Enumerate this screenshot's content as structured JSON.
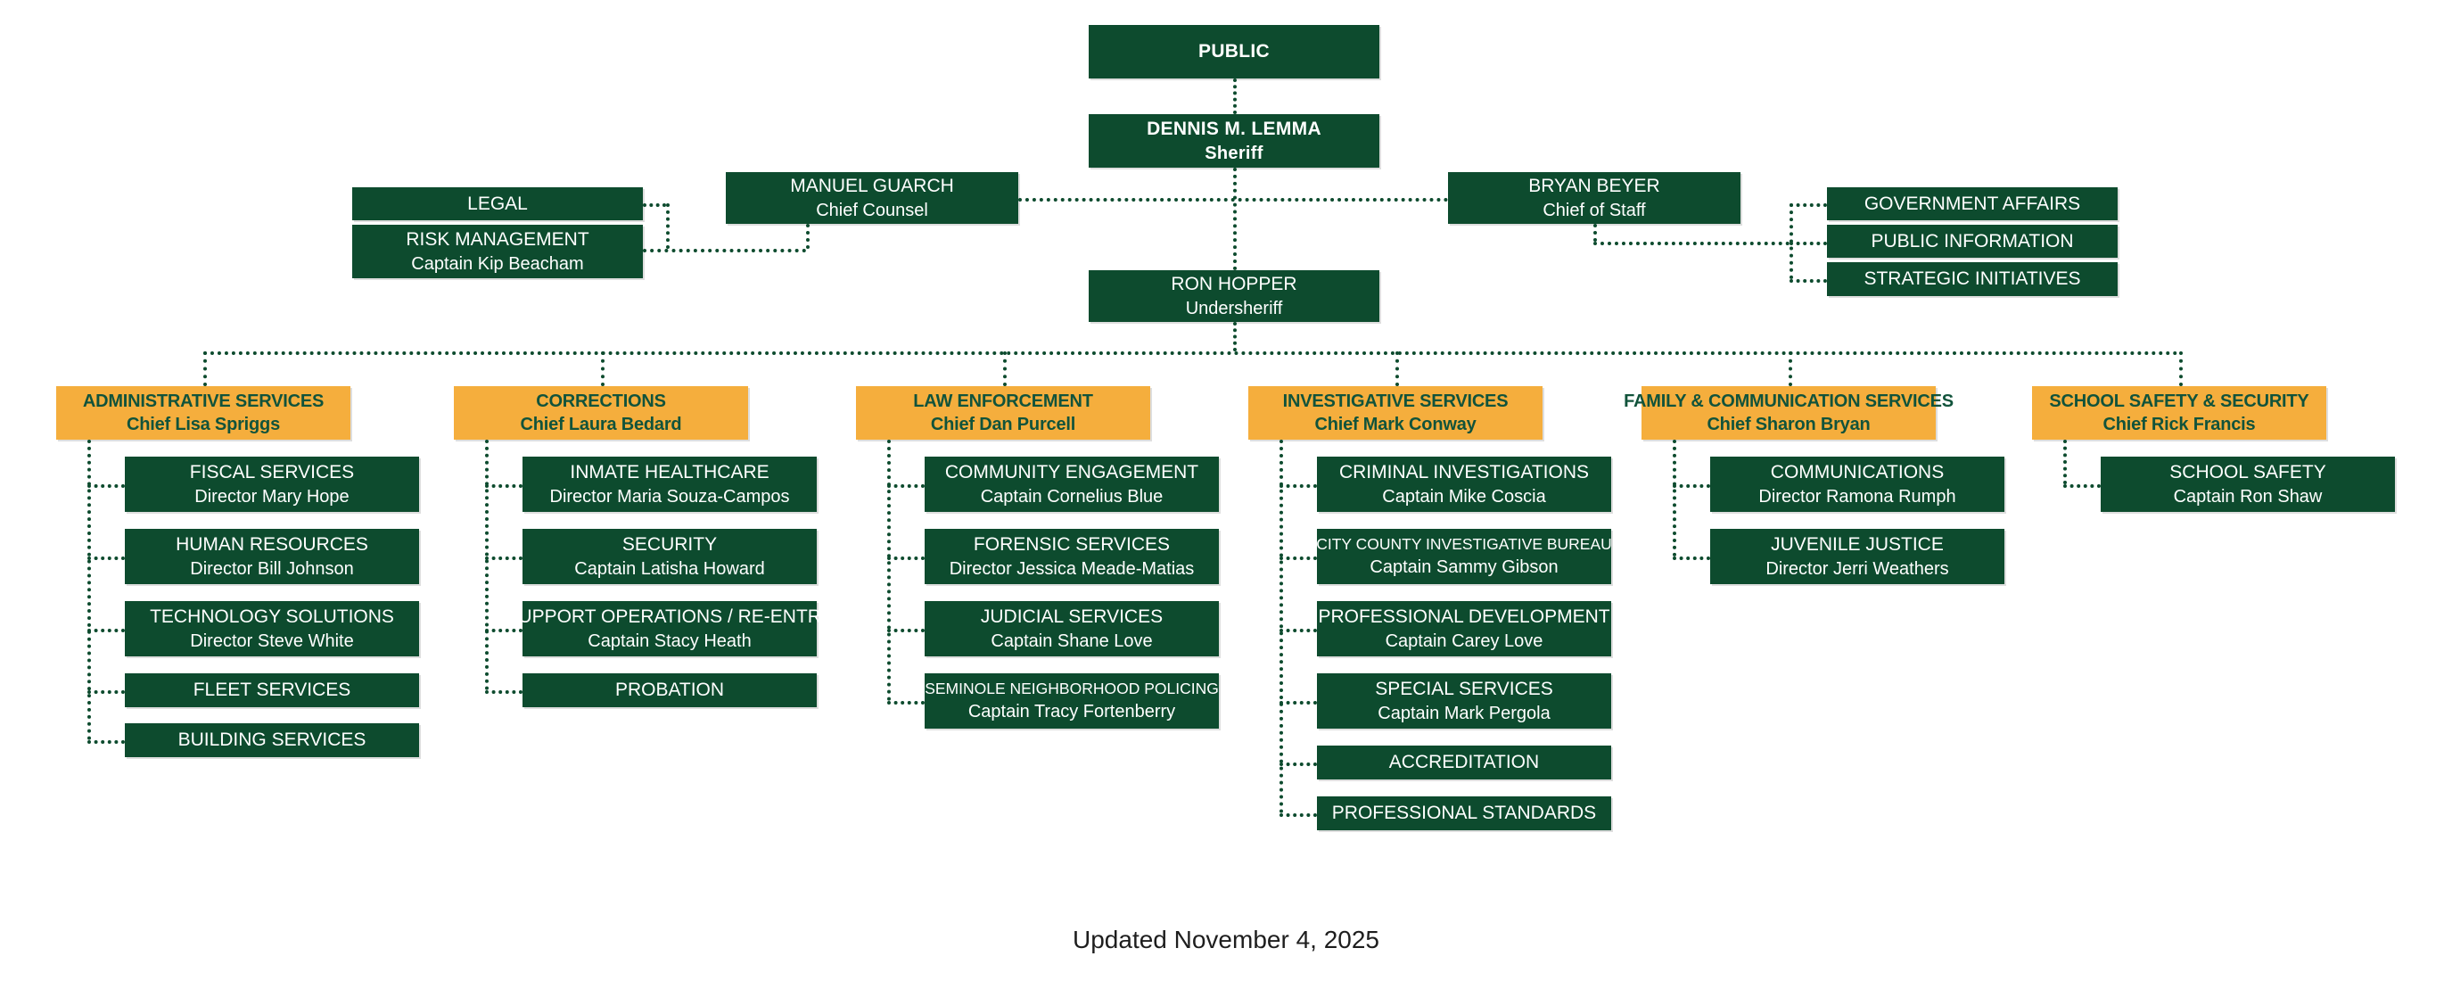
{
  "colors": {
    "box_green": "#0D4B2E",
    "division_orange": "#F5AE3D",
    "orange_box_text": "#11533B",
    "connector_green": "#0D4B2E",
    "footer_text": "#1E1E1E"
  },
  "footer": {
    "updated": "Updated November 4, 2025"
  },
  "top": {
    "public": "PUBLIC",
    "sheriff": {
      "name": "DENNIS M. LEMMA",
      "title": "Sheriff"
    },
    "chief_counsel": {
      "name": "MANUEL GUARCH",
      "title": "Chief Counsel"
    },
    "chief_of_staff": {
      "name": "BRYAN BEYER",
      "title": "Chief of Staff"
    },
    "undersheriff": {
      "name": "RON HOPPER",
      "title": "Undersheriff"
    },
    "legal": "LEGAL",
    "risk_management": {
      "name": "RISK MANAGEMENT",
      "title": "Captain Kip Beacham"
    },
    "staff_units": [
      "GOVERNMENT AFFAIRS",
      "PUBLIC INFORMATION",
      "STRATEGIC INITIATIVES"
    ]
  },
  "divisions": [
    {
      "title": "ADMINISTRATIVE SERVICES",
      "chief": "Chief Lisa Spriggs",
      "children": [
        {
          "title": "FISCAL SERVICES",
          "person": "Director Mary Hope"
        },
        {
          "title": "HUMAN RESOURCES",
          "person": "Director Bill Johnson"
        },
        {
          "title": "TECHNOLOGY SOLUTIONS",
          "person": "Director Steve White"
        },
        {
          "title": "FLEET SERVICES"
        },
        {
          "title": "BUILDING SERVICES"
        }
      ]
    },
    {
      "title": "CORRECTIONS",
      "chief": "Chief Laura Bedard",
      "children": [
        {
          "title": "INMATE HEALTHCARE",
          "person": "Director Maria Souza-Campos"
        },
        {
          "title": "SECURITY",
          "person": "Captain Latisha Howard"
        },
        {
          "title": "SUPPORT OPERATIONS / RE-ENTRY",
          "person": "Captain Stacy Heath"
        },
        {
          "title": "PROBATION"
        }
      ]
    },
    {
      "title": "LAW ENFORCEMENT",
      "chief": "Chief Dan Purcell",
      "children": [
        {
          "title": "COMMUNITY ENGAGEMENT",
          "person": "Captain Cornelius Blue"
        },
        {
          "title": "FORENSIC SERVICES",
          "person": "Director Jessica Meade-Matias"
        },
        {
          "title": "JUDICIAL SERVICES",
          "person": "Captain Shane Love"
        },
        {
          "title": "SEMINOLE NEIGHBORHOOD POLICING",
          "person": "Captain Tracy Fortenberry"
        }
      ]
    },
    {
      "title": "INVESTIGATIVE SERVICES",
      "chief": "Chief Mark Conway",
      "children": [
        {
          "title": "CRIMINAL INVESTIGATIONS",
          "person": "Captain Mike Coscia"
        },
        {
          "title": "CITY COUNTY INVESTIGATIVE BUREAU",
          "person": "Captain Sammy Gibson"
        },
        {
          "title": "PROFESSIONAL DEVELOPMENT",
          "person": "Captain Carey Love"
        },
        {
          "title": "SPECIAL SERVICES",
          "person": "Captain Mark Pergola"
        },
        {
          "title": "ACCREDITATION"
        },
        {
          "title": "PROFESSIONAL STANDARDS"
        }
      ]
    },
    {
      "title": "FAMILY & COMMUNICATION SERVICES",
      "chief": "Chief Sharon Bryan",
      "children": [
        {
          "title": "COMMUNICATIONS",
          "person": "Director Ramona Rumph"
        },
        {
          "title": "JUVENILE JUSTICE",
          "person": "Director Jerri Weathers"
        }
      ]
    },
    {
      "title": "SCHOOL SAFETY & SECURITY",
      "chief": "Chief Rick Francis",
      "children": [
        {
          "title": "SCHOOL SAFETY",
          "person": "Captain Ron Shaw"
        }
      ]
    }
  ]
}
